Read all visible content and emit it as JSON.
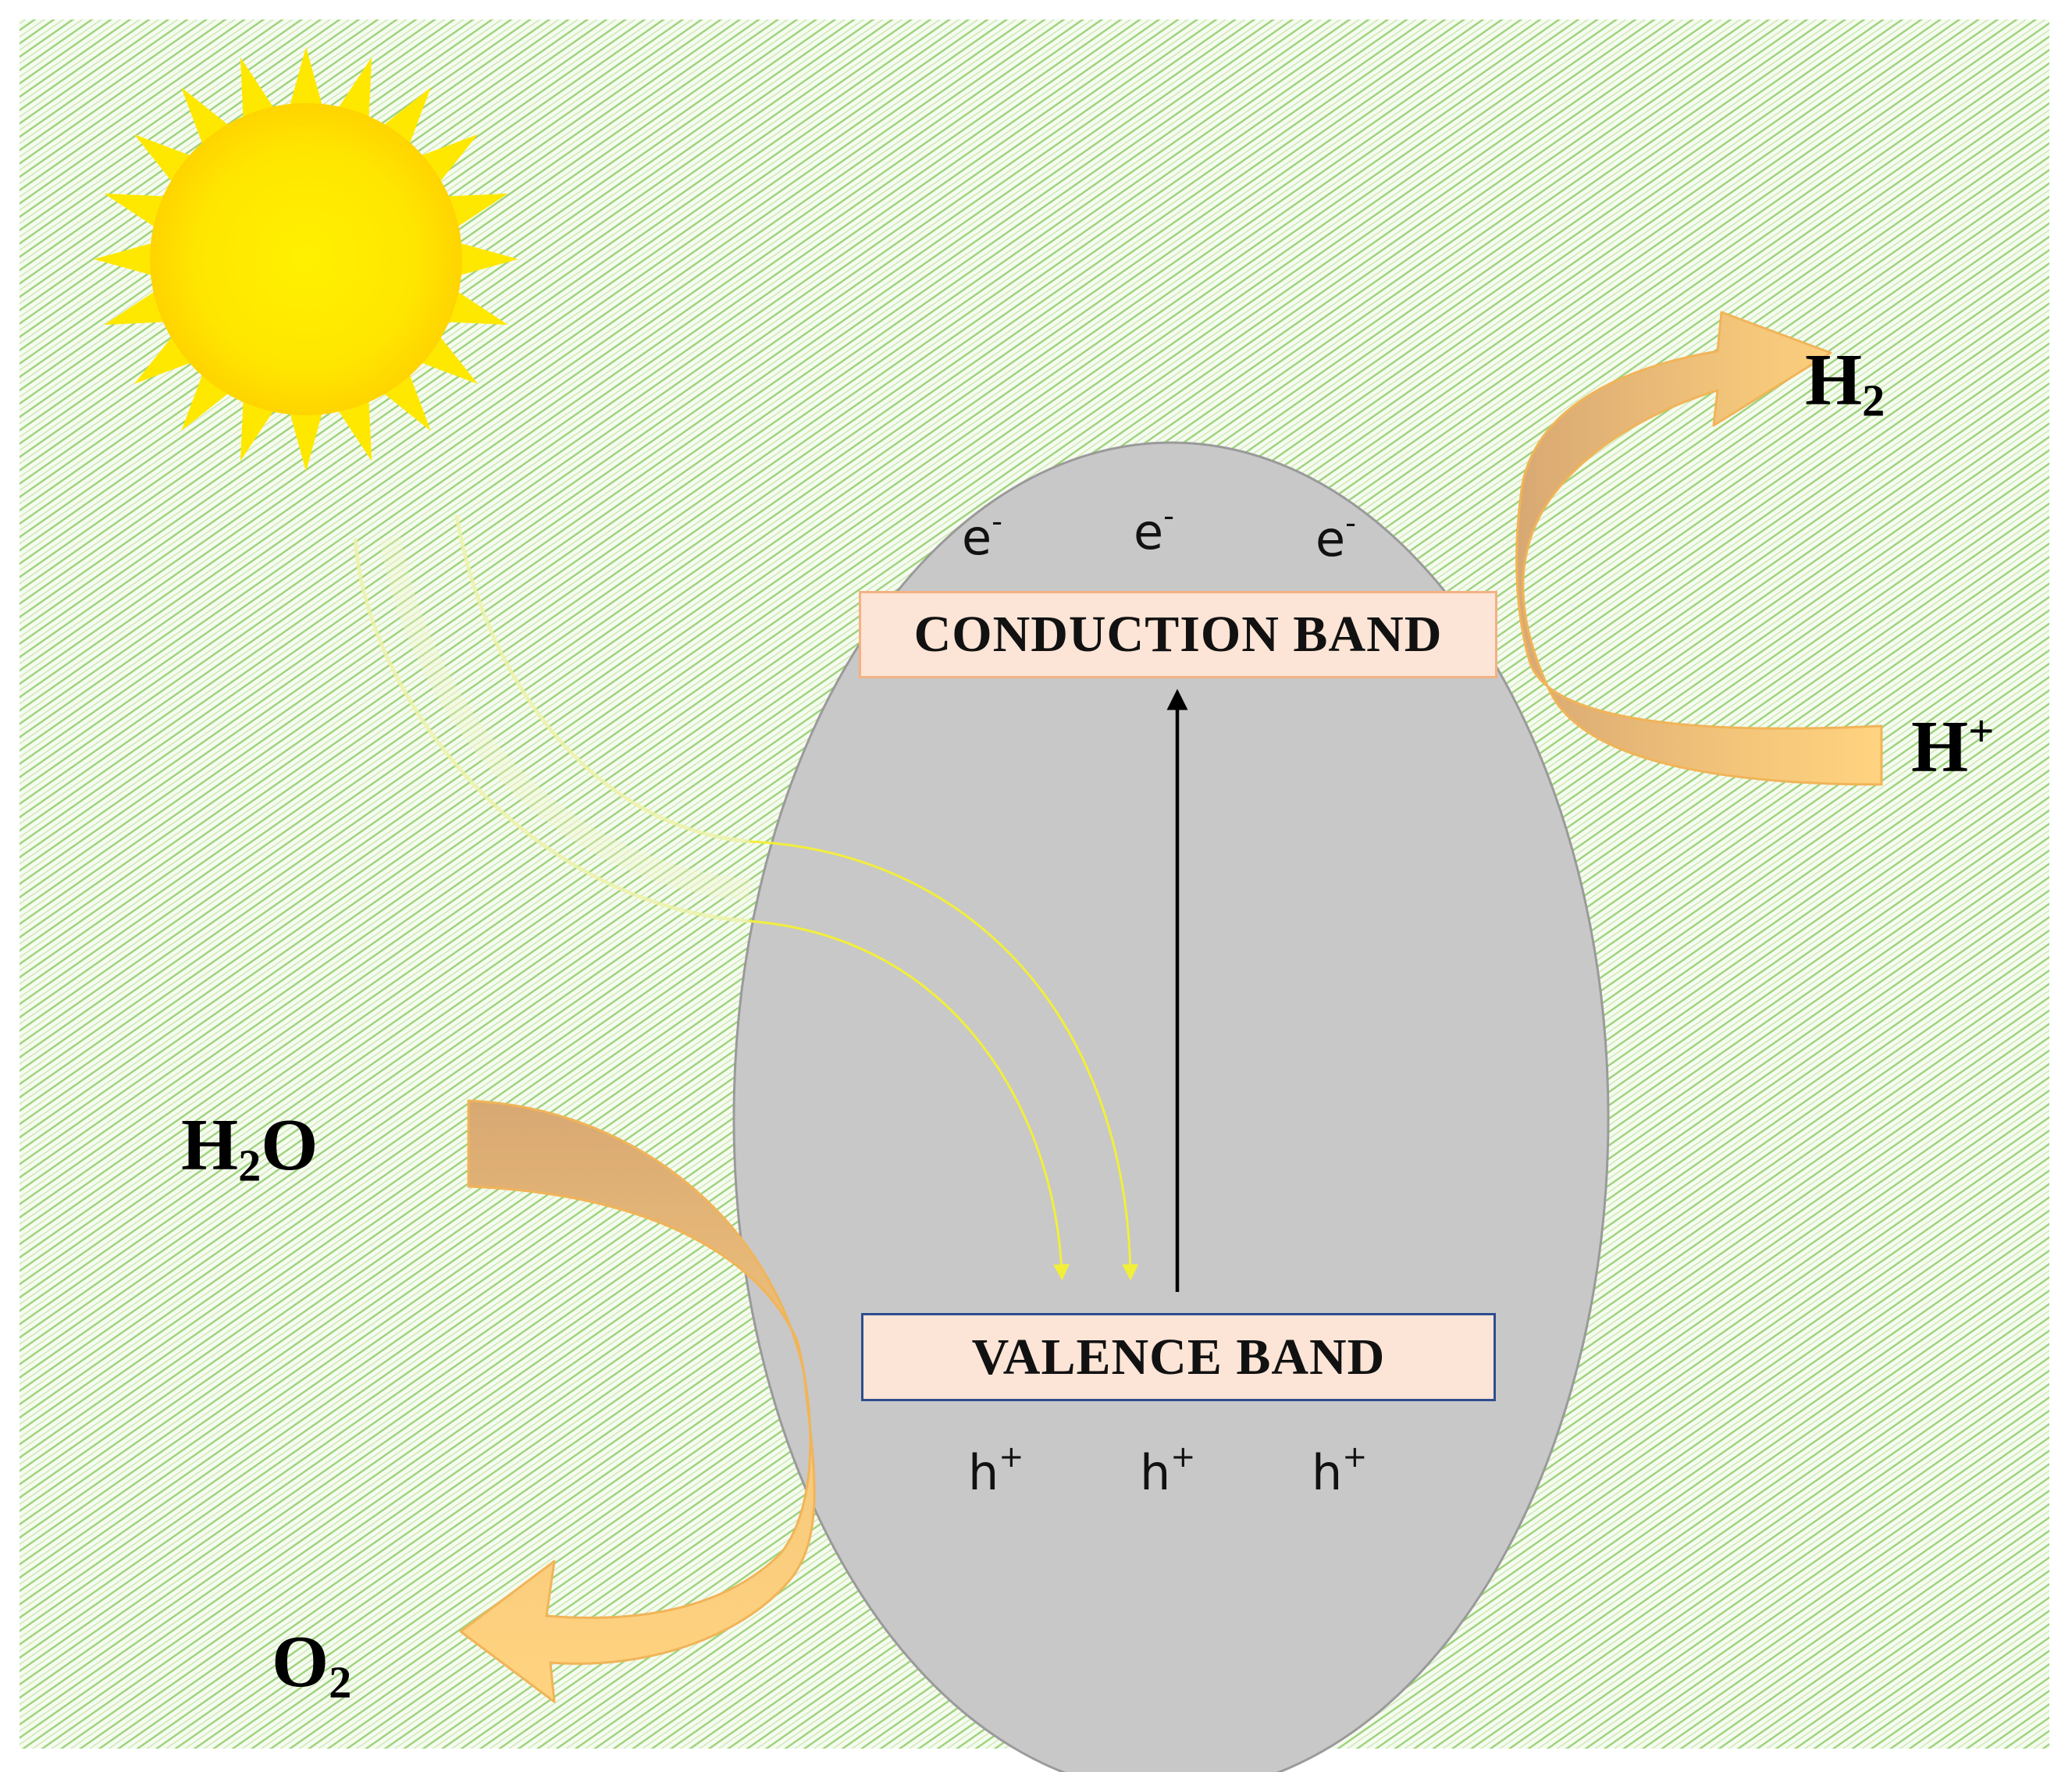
{
  "labels": {
    "conduction_band": "CONDUCTION BAND",
    "valence_band": "VALENCE BAND",
    "electron": "e",
    "electron_charge": "-",
    "hole": "h",
    "hole_charge": "+",
    "h2": "H",
    "h2_sub": "2",
    "h_plus": "H",
    "h_plus_sup": "+",
    "h2o_h": "H",
    "h2o_sub": "2",
    "h2o_o": "O",
    "o2": "O",
    "o2_sub": "2"
  },
  "colors": {
    "background_pattern": "#8fcf6a",
    "sun": "#ffe800",
    "particle": "#c8c8c8",
    "band_fill": "#fce4d6",
    "flow_arrow": "#f5c26b",
    "light_ray": "#f2ef60"
  }
}
